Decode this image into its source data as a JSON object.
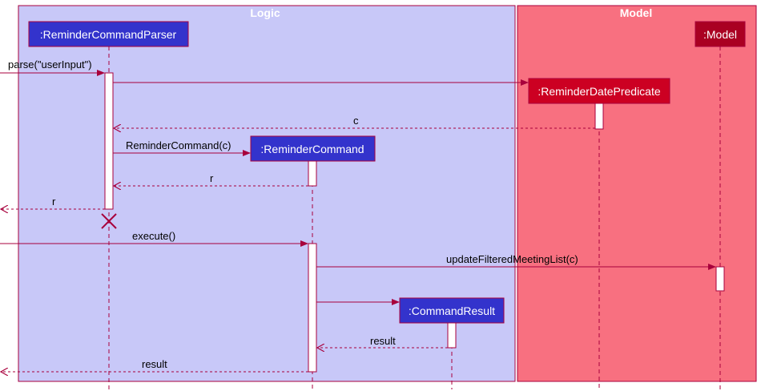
{
  "groups": {
    "logic": {
      "title": "Logic",
      "fill": "#c8c8f8"
    },
    "model": {
      "title": "Model",
      "fill": "#f87080"
    }
  },
  "participants": {
    "parser": {
      "label": ":ReminderCommandParser",
      "fill": "#3333cc"
    },
    "predicate": {
      "label": ":ReminderDatePredicate",
      "fill": "#cc0022"
    },
    "command": {
      "label": ":ReminderCommand",
      "fill": "#3333cc"
    },
    "result": {
      "label": ":CommandResult",
      "fill": "#3333cc"
    },
    "model": {
      "label": ":Model",
      "fill": "#aa0022"
    }
  },
  "messages": {
    "parse": "parse(\"userInput\")",
    "c_return": "c",
    "create_command": "ReminderCommand(c)",
    "r_return_1": "r",
    "r_return_2": "r",
    "execute": "execute()",
    "update": "updateFilteredMeetingList(c)",
    "result_return_1": "result",
    "result_return_2": "result"
  },
  "colors": {
    "arrow": "#a8003c",
    "border": "#a8003c",
    "lifeline": "#a8003c"
  }
}
